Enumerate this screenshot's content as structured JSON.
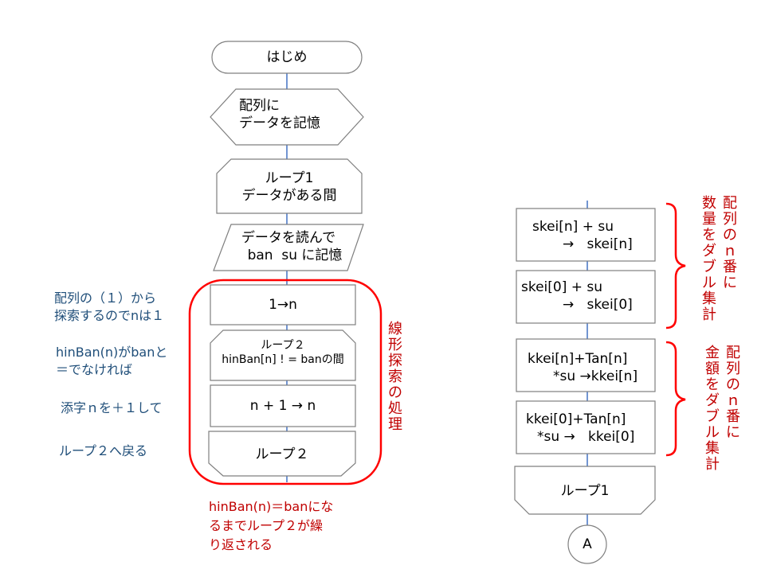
{
  "left_flow": {
    "start": "はじめ",
    "prep_line1": "配列に",
    "prep_line2": "データを記憶",
    "loop1_line1": "ループ1",
    "loop1_line2": "データがある間",
    "input_line1": "データを読んで",
    "input_line2": "ban  su に記憶",
    "assign": "1→n",
    "loop2_line1": "ループ２",
    "loop2_line2": "hinBan[n] ! = banの間",
    "increment": "n + 1 → n",
    "loop2_end": "ループ２"
  },
  "notes": {
    "note1_line1": "配列の（１）から",
    "note1_line2": "探索するのでnは１",
    "note2_line1": "hinBan(n)がbanと",
    "note2_line2": "＝でなければ",
    "note3": "添字ｎを＋１して",
    "note4": "ループ２へ戻る"
  },
  "linear_search_label": "線形探索の処理",
  "bottom_note": {
    "line1": "hinBan(n)＝banにな",
    "line2": "るまでループ２が繰",
    "line3": "り返される"
  },
  "right_flow": {
    "skei_n_line1": "skei[n] + su",
    "skei_n_line2": "→   skei[n]",
    "skei_0_line1": "skei[0] + su",
    "skei_0_line2": "→   skei[0]",
    "kkei_n_line1": "kkei[n]+Tan[n]",
    "kkei_n_line2": "*su →kkei[n]",
    "kkei_0_line1": "kkei[0]+Tan[n]",
    "kkei_0_line2": "*su →   kkei[0]",
    "loop1_end": "ループ1",
    "connector": "A"
  },
  "brace_labels": {
    "quantity": "配列のｎ番に数量をダブル集計",
    "quantity_col1": "配列のｎ番に",
    "quantity_col2": "数量をダブル集計",
    "amount_col1": "配列のｎ番に",
    "amount_col2": "金額をダブル集計"
  },
  "colors": {
    "box_stroke": "#7f7f7f",
    "connector_line": "#4472c4",
    "highlight_red": "#ff0000",
    "label_red": "#c00000",
    "note_blue": "#1f4e79"
  }
}
